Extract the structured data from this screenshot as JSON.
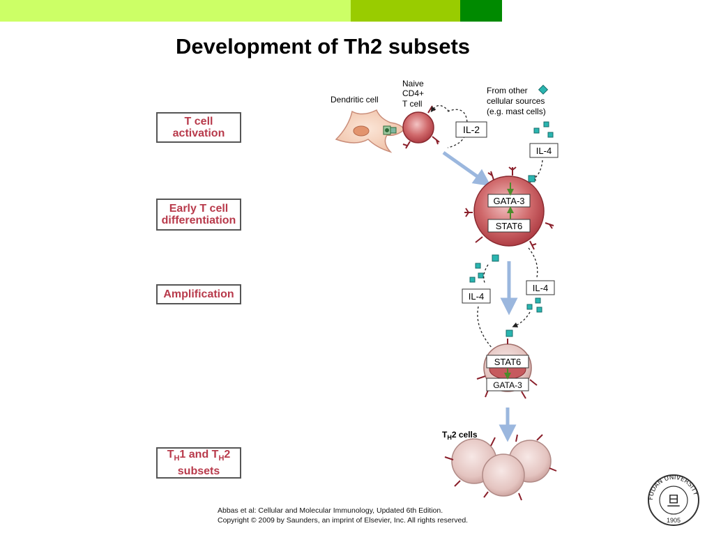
{
  "colors": {
    "bar_light": "#ccff66",
    "bar_mid": "#99cc00",
    "bar_dark": "#008a00",
    "stage_text": "#b83a4b",
    "cell_red": "#c24a50",
    "receptor": "#8a1f2a",
    "arrow": "#9bb7de",
    "cytokine": "#2ab5b0"
  },
  "title": "Development of Th2 subsets",
  "stages": {
    "t_cell_activation": "T cell activation",
    "early_differentiation": "Early T cell differentiation",
    "amplification": "Amplification",
    "subsets_th": "T",
    "subsets_h1": "H",
    "subsets_1_and": "1 and T",
    "subsets_h2": "H",
    "subsets_2": "2",
    "subsets_word": "subsets"
  },
  "labels": {
    "dendritic_cell": "Dendritic cell",
    "naive_1": "Naive",
    "naive_2": "CD4+",
    "naive_3": "T cell",
    "other_1": "From other",
    "other_2": "cellular sources",
    "other_3": "(e.g. mast cells)",
    "il2": "IL-2",
    "il4_top": "IL-4",
    "il4_left": "IL-4",
    "il4_right": "IL-4",
    "gata3_top": "GATA-3",
    "stat6_top": "STAT6",
    "stat6_bottom": "STAT6",
    "gata3_bottom": "GATA-3",
    "th2_t": "T",
    "th2_h": "H",
    "th2_rest": "2 cells"
  },
  "credit": {
    "line1": "Abbas et al: Cellular and Molecular Immunology, Updated 6th Edition.",
    "line2": "Copyright © 2009 by Saunders, an imprint of Elsevier, Inc. All rights reserved."
  },
  "logo": {
    "ring_text": "FUDAN UNIVERSITY",
    "year": "1905",
    "center_glyph": "旦"
  }
}
